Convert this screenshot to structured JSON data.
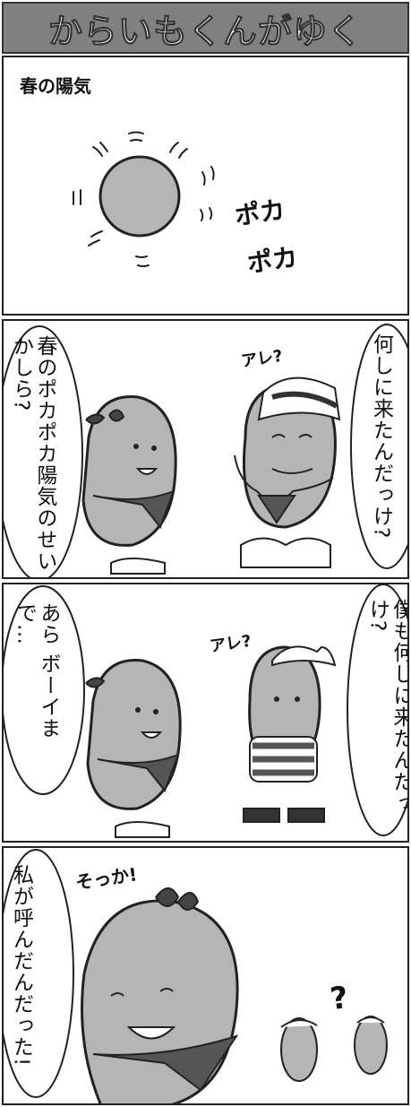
{
  "comic": {
    "title": "からいもくんがゆく",
    "episode_title": "春の陽気",
    "panel1": {
      "sfx_1": "ポカ",
      "sfx_2": "ポカ"
    },
    "panel2": {
      "girl_speech": "春のポカポカ陽気のせいかしら?",
      "boy_sfx": "アレ?",
      "boy_speech": "何しに来たんだっけ?"
    },
    "panel3": {
      "girl_speech": "あら ボーイまで…",
      "boy_sfx": "アレ?",
      "boy_speech": "僕も何しに来たんだっけ?"
    },
    "panel4": {
      "girl_sfx": "そっか!",
      "girl_speech": "私が呼んだんだった!",
      "boys_sfx": "?"
    }
  },
  "colors": {
    "title_bg": "#808080",
    "character_fill": "#b5b5b5",
    "ink": "#222222"
  }
}
